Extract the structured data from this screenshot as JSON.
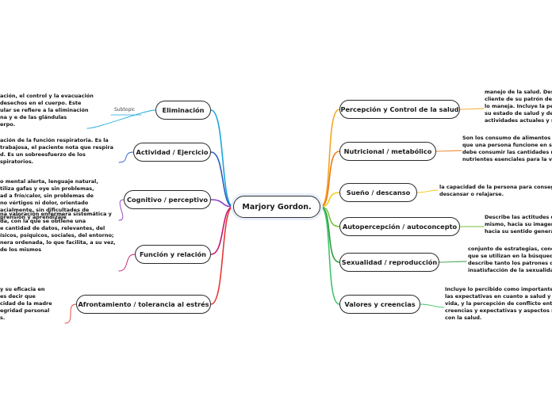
{
  "center": {
    "label": "Marjory Gordon."
  },
  "right_nodes": [
    {
      "label": "Percepción y Control de la salud",
      "color": "#f5a623"
    },
    {
      "label": "Nutricional / metabólico",
      "color": "#ea7a16"
    },
    {
      "label": "Sueño / descanso",
      "color": "#f2c81b"
    },
    {
      "label": "Autopercepción / autoconcepto",
      "color": "#73c23c"
    },
    {
      "label": "Sexualidad / reproducción",
      "color": "#2f9c3a"
    },
    {
      "label": "Valores y creencias",
      "color": "#3fc56e"
    }
  ],
  "left_nodes": [
    {
      "label": "Eliminación",
      "color": "#1aa7dc"
    },
    {
      "label": "Actividad / Ejercicio",
      "color": "#2b5bbf"
    },
    {
      "label": "Cognitivo / perceptivo",
      "color": "#8b3fbf"
    },
    {
      "label": "Función y relación",
      "color": "#c2186f"
    },
    {
      "label": "Afrontamiento / tolerancia al estrés",
      "color": "#e53935"
    }
  ],
  "subtopic_label": "Subtopic",
  "right_notes": [
    [
      "manejo de la salud. Desc",
      "cliente de su patrón de s",
      "lo maneja. Incluye la per",
      "su estado de salud y de s",
      "actividades actuales y su"
    ],
    [
      "Son los consumo de alimentos y",
      "que una persona funcione en su",
      "debe consumir las cantidades ne",
      "nutrientes esenciales para la vid"
    ],
    [
      "la capacidad de la persona para consegui",
      "descansar o relajarse."
    ],
    [
      "Describe las actitudes de",
      "mismo, hacia su imagen",
      "hacia su sentido general"
    ],
    [
      "conjunto de estrategias, condu",
      "que se utilizan en la búsqueda",
      "describe tanto los patrones de",
      "insatisfacción de la sexualidad"
    ],
    [
      "Incluye lo percibido como importante e",
      "las expectativas en cuanto a salud y cal",
      "vida, y la percepción de conflicto entre",
      "creencias y expectativas y aspectos rela",
      "con la salud."
    ]
  ],
  "left_notes": [
    [
      "ación, el control y la evacuación",
      "desechos en el cuerpo. Este",
      "ular se refiere a la eliminación",
      "na y e de las glándulas",
      "erpo."
    ],
    [
      "ación de la función respiratoria. Es la",
      "trabajosa, el paciente nota que respira",
      "d. Es un sobreesfuerzo de los",
      "spiratorios."
    ],
    [
      "o mental alerta, lenguaje natural,",
      "tiliza gafas y oye sin problemas,",
      "ad a frío/calor, sin problemas de",
      "no vértigos ni dolor, orientado",
      "acialmente, sin dificultades de",
      "prensión y aprendizaje"
    ],
    [
      "na valoración enfermera sistemática y",
      "da, con la que se obtiene una",
      "e cantidad de datos, relevantes, del",
      "ísicos, psíquicos, sociales, del entorno;",
      "nera ordenada, lo que facilita, a su vez,",
      "de los mismos"
    ],
    [
      "y su eficacia en",
      "es decir que",
      "cidad de la madre",
      "egridad personal",
      "s."
    ]
  ]
}
